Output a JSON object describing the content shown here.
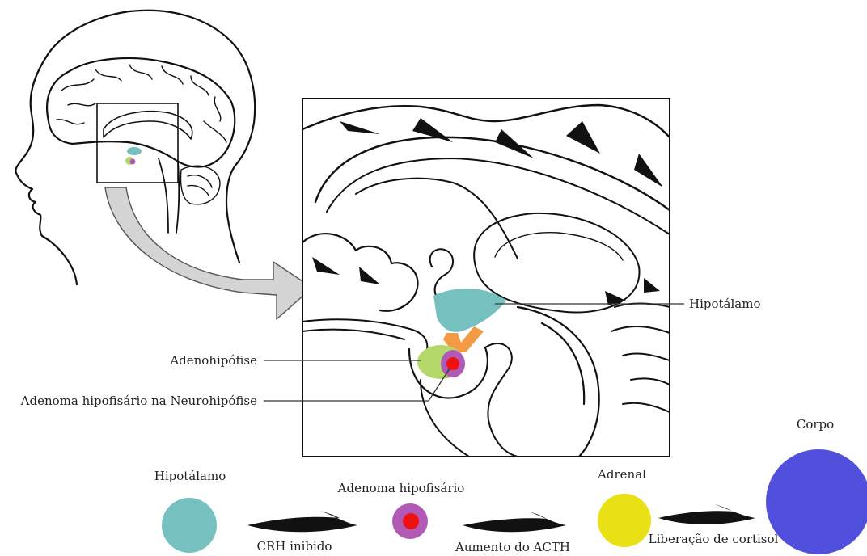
{
  "labels": {
    "hypothalamus": "Hipotálamo",
    "adenohypophysis": "Adenohipófise",
    "adenoma_neuro": "Adenoma hipofisário na Neurohipófise"
  },
  "flow": {
    "nodes": [
      {
        "label": "Hipotálamo",
        "color": "#76c1c0"
      },
      {
        "label": "Adenoma hipofisário",
        "color": "#b05ab5",
        "inner_color": "#ee1111"
      },
      {
        "label": "Adrenal",
        "color": "#e9e115"
      },
      {
        "label": "Corpo",
        "color": "#5050dd"
      }
    ],
    "arrows": [
      {
        "label": "CRH inibido"
      },
      {
        "label": "Aumento do ACTH"
      },
      {
        "label": "Liberação de cortisol"
      }
    ]
  },
  "colors": {
    "hypothalamus_region": "#76c1c0",
    "adenohypophysis_region": "#b5d86a",
    "stalk": "#f39a45",
    "adenoma_outer": "#b05ab5",
    "adenoma_inner": "#ee1111",
    "zoom_arrow": "#d4d4d4",
    "outline": "#111111"
  }
}
